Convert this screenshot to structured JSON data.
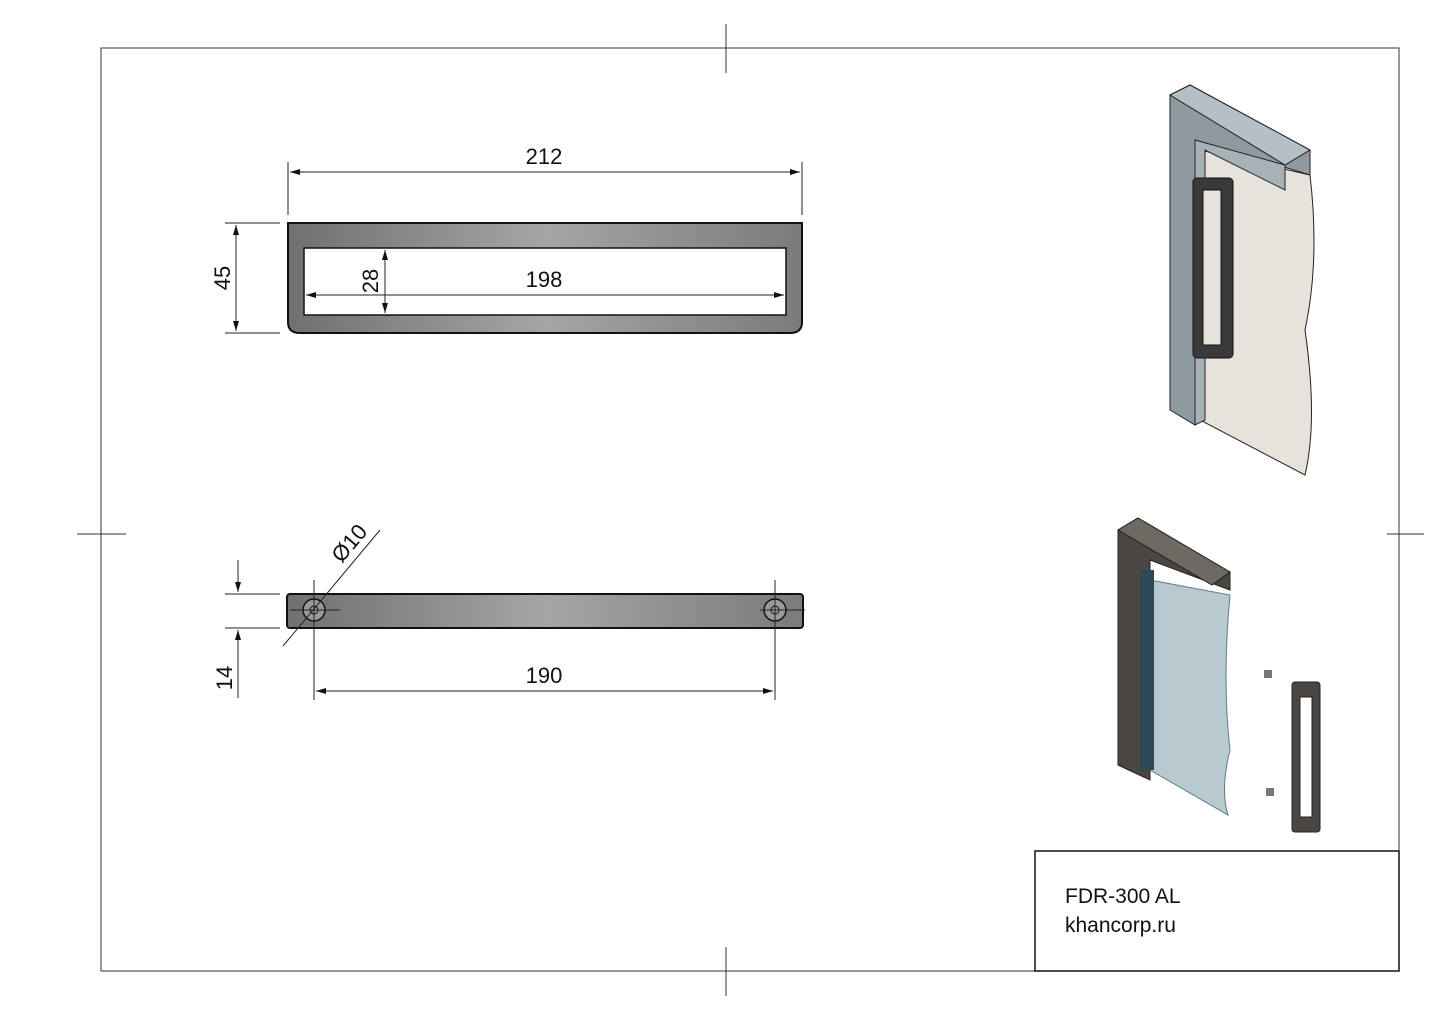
{
  "drawing": {
    "front_view": {
      "overall_width": "212",
      "overall_height": "45",
      "opening_width": "198",
      "opening_height": "28"
    },
    "top_view": {
      "hole_diameter": "Ø10",
      "thickness": "14",
      "hole_spacing": "190"
    },
    "title_block": {
      "model": "FDR-300 AL",
      "website": "khancorp.ru"
    }
  }
}
